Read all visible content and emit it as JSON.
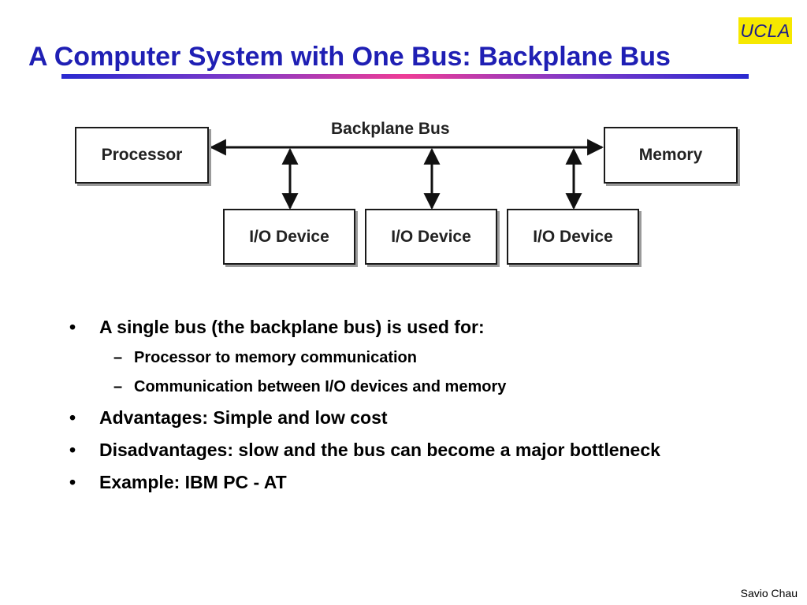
{
  "title": {
    "prefix": "A ",
    "underlined": "Computer System with One Bus: Backplane Bus"
  },
  "logo": {
    "text": "UCLA"
  },
  "diagram": {
    "bus_label": "Backplane Bus",
    "processor_label": "Processor",
    "memory_label": "Memory",
    "io_devices": [
      "I/O Device",
      "I/O Device",
      "I/O Device"
    ]
  },
  "bullets": [
    {
      "text": "A single bus (the backplane bus) is used for:",
      "level": 1,
      "sub": [
        "Processor to memory communication",
        "Communication between I/O devices and memory"
      ]
    },
    {
      "text": "Advantages: Simple and low cost",
      "level": 1
    },
    {
      "text": "Disadvantages: slow and the bus can become a major bottleneck",
      "level": 1
    },
    {
      "text": "Example: IBM PC - AT",
      "level": 1
    }
  ],
  "bullet_glyph": "•",
  "sub_glyph": "–",
  "footer": "Savio Chau",
  "colors": {
    "title": "#1f1fb4",
    "logo_bg": "#f6e800",
    "rule_mid": "#ee3c96"
  }
}
